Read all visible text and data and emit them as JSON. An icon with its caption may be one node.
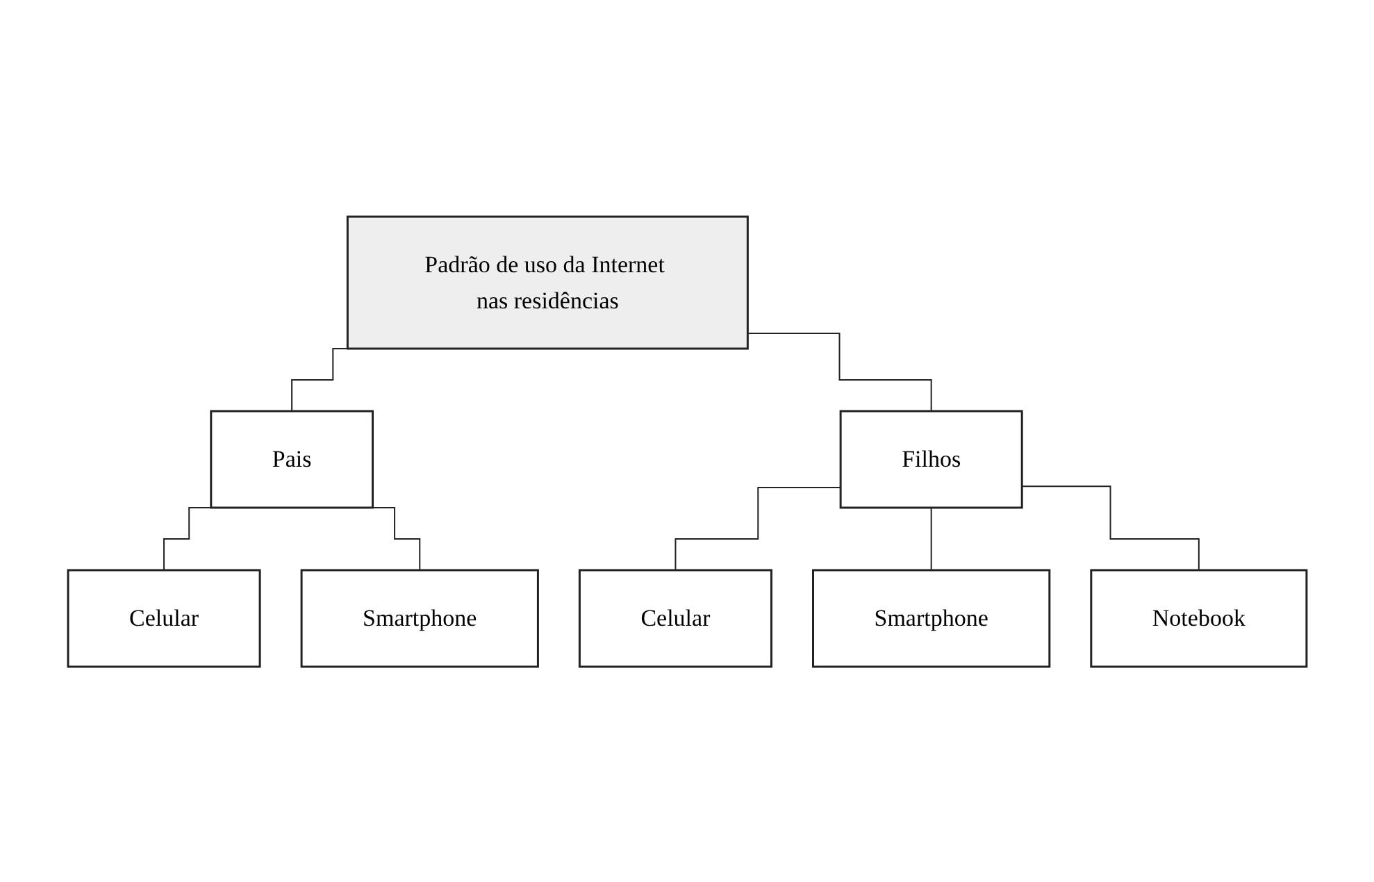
{
  "diagram": {
    "nodes": [
      {
        "text": [
          "Padrão de uso da Internet nas residências"
        ]
      },
      {
        "text": [
          "Pais"
        ]
      },
      {
        "text": [
          "Filhos"
        ]
      },
      {
        "text": [
          "Celular"
        ]
      },
      {
        "text": [
          "Smartphone"
        ]
      },
      {
        "text": [
          "Celular"
        ]
      },
      {
        "text": [
          "Smartphone"
        ]
      },
      {
        "text": [
          "Notebook"
        ]
      }
    ],
    "edges": [
      {
        "from": 0,
        "to": 1,
        "arrow": "none"
      },
      {
        "from": 0,
        "to": 2,
        "arrow": "none"
      },
      {
        "from": 1,
        "to": 3,
        "arrow": "none"
      },
      {
        "from": 1,
        "to": 4,
        "arrow": "none"
      },
      {
        "from": 2,
        "to": 5,
        "arrow": "none"
      },
      {
        "from": 2,
        "to": 6,
        "arrow": "none"
      },
      {
        "from": 2,
        "to": 7,
        "arrow": "none"
      }
    ]
  }
}
